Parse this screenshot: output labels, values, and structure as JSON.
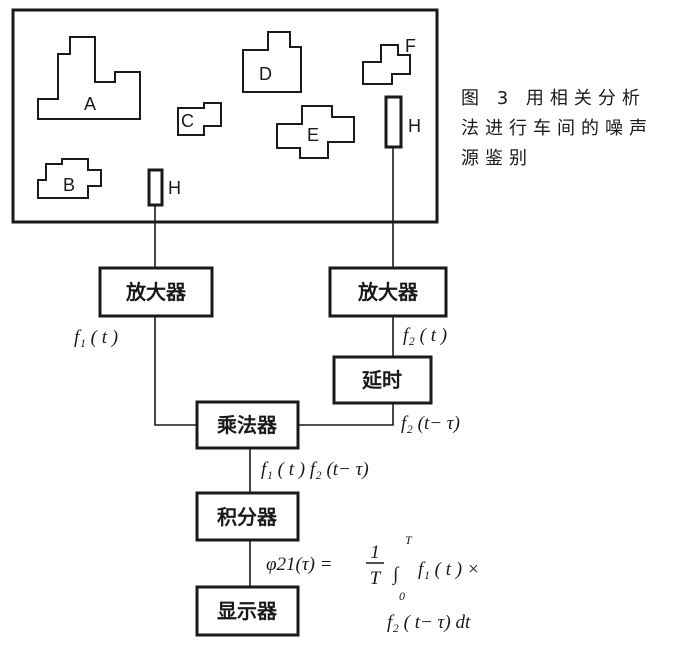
{
  "caption": {
    "line1": "图 3  用相关分析",
    "line2": "法进行车间的噪声",
    "line3": "源鉴别"
  },
  "workshop": {
    "source_labels": [
      "A",
      "B",
      "C",
      "D",
      "E",
      "F"
    ],
    "sensor_left": "H",
    "sensor_right": "H"
  },
  "blocks": {
    "amp_left": "放大器",
    "amp_right": "放大器",
    "delay": "延时",
    "multiplier": "乘法器",
    "integrator": "积分器",
    "display": "显示器"
  },
  "signals": {
    "f1": "f₁ ( t )",
    "f2": "f₂ ( t )",
    "f2_delayed": "f₂ (t− τ)",
    "product": "f₁ ( t ) f₂ (t− τ)",
    "phi": "φ21(τ) =",
    "frac_num": "1",
    "frac_den": "T",
    "integral_sign": "∫",
    "upper_limit": "T",
    "lower_limit": "0",
    "integrand": "f₁ ( t ) ×",
    "continuation": "f₂ ( t− τ) dt"
  }
}
